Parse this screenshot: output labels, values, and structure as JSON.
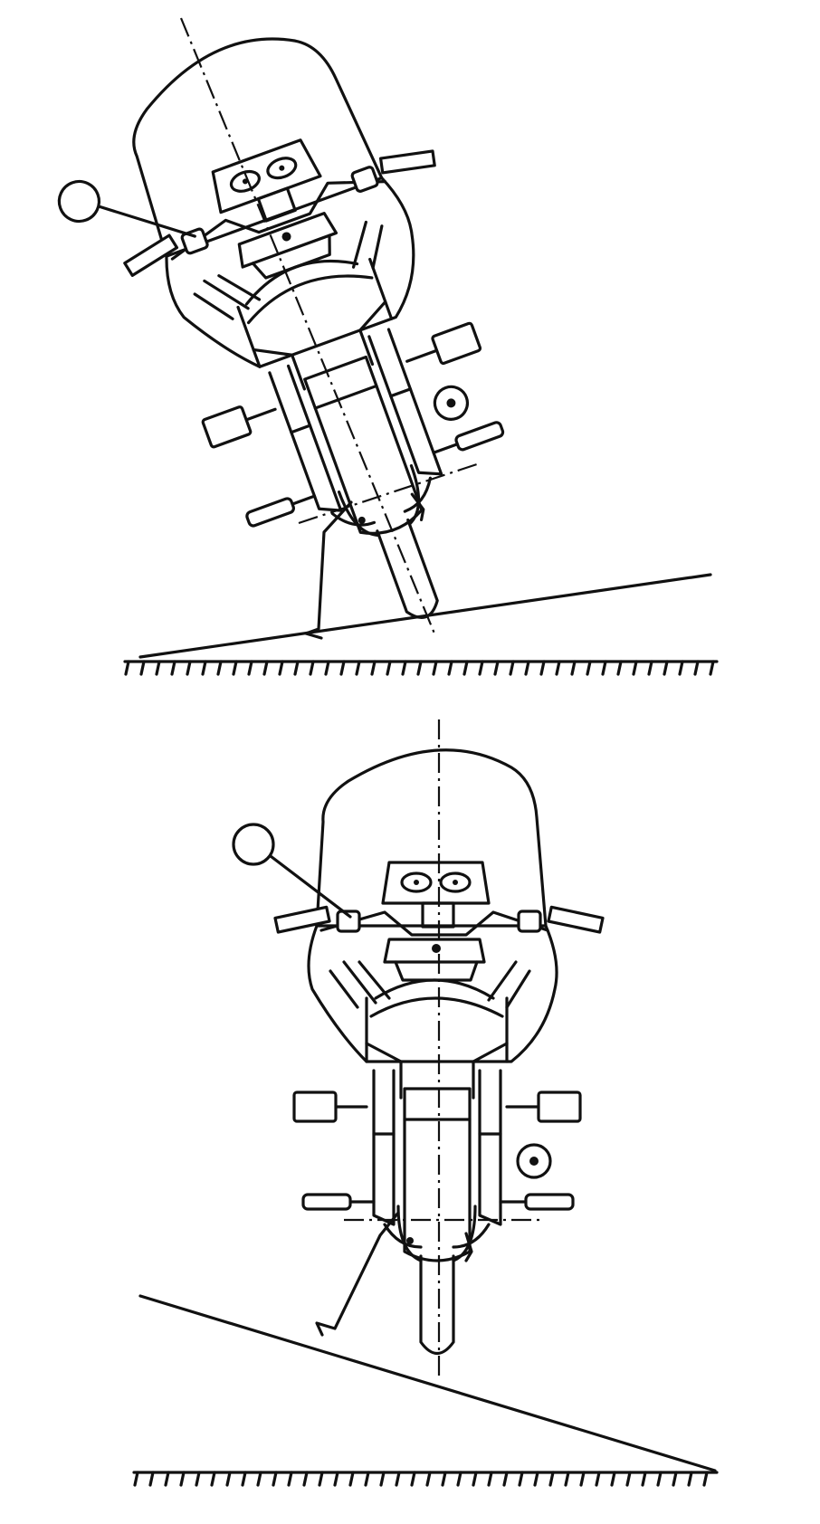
{
  "figures": [
    {
      "id": "tilted-on-slope",
      "view": "front",
      "stand": "side-stand",
      "lean": "tilted",
      "ground": "uphill-right"
    },
    {
      "id": "upright-on-slope",
      "view": "front",
      "stand": "side-stand",
      "lean": "upright",
      "ground": "downhill-right"
    }
  ],
  "colors": {
    "ink": "#111111",
    "paper": "#ffffff"
  }
}
